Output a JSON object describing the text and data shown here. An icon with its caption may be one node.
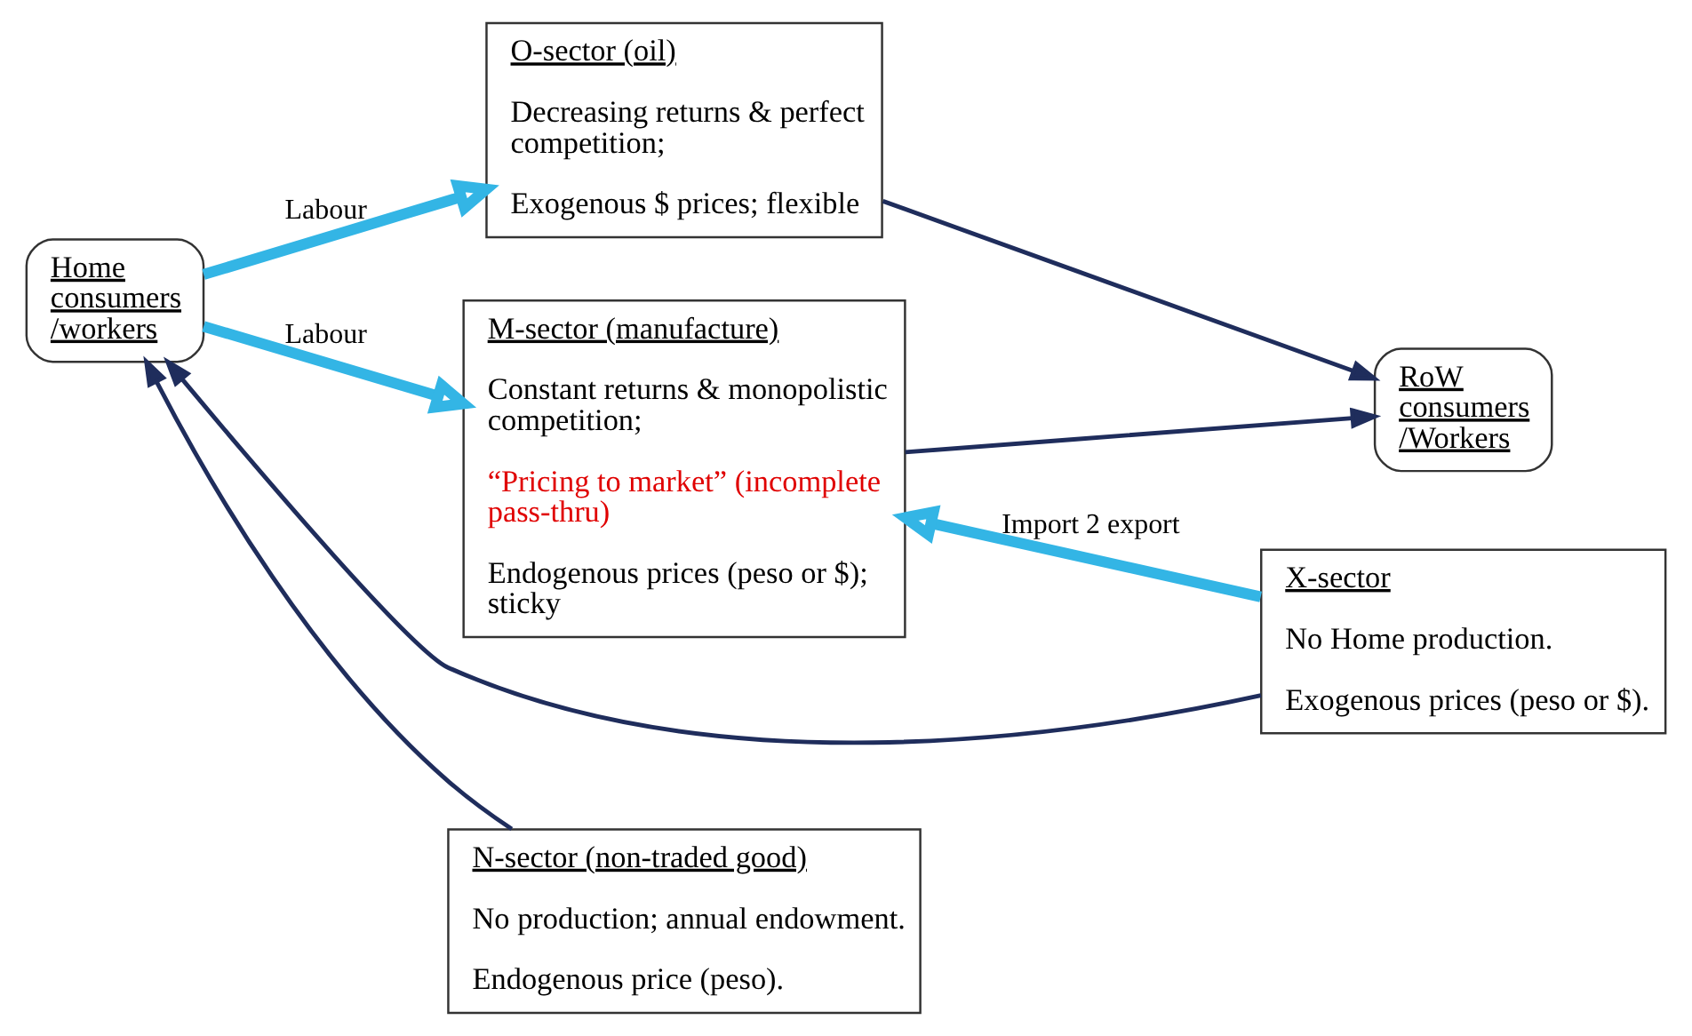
{
  "diagram": {
    "nodes": [
      {
        "text": [
          "Home consumers /workers"
        ]
      },
      {
        "text": [
          "O-sector (oil)",
          "Decreasing returns & perfect competition;",
          "Exogenous $ prices; flexible"
        ]
      },
      {
        "text": [
          "M-sector (manufacture)",
          "Constant returns & monopolistic competition;",
          "“Pricing to market” (incomplete pass-thru)",
          "Endogenous prices (peso or $); sticky"
        ]
      },
      {
        "text": [
          "RoW consumers /Workers"
        ]
      },
      {
        "text": [
          "X-sector",
          "No Home production.",
          "Exogenous prices (peso or $)."
        ]
      },
      {
        "text": [
          "N-sector (non-traded good)",
          "No production; annual endowment.",
          "Endogenous price (peso)."
        ]
      }
    ],
    "edges": [
      {
        "from": 0,
        "to": 1,
        "arrow": "to",
        "label": "Labour",
        "style": "thick",
        "color": "#33b5e5"
      },
      {
        "from": 0,
        "to": 2,
        "arrow": "to",
        "label": "Labour",
        "style": "thick",
        "color": "#33b5e5"
      },
      {
        "from": 1,
        "to": 3,
        "arrow": "to"
      },
      {
        "from": 2,
        "to": 3,
        "arrow": "to"
      },
      {
        "from": 4,
        "to": 2,
        "arrow": "to",
        "label": "Import 2 export",
        "style": "thick",
        "color": "#33b5e5"
      },
      {
        "from": 4,
        "to": 0,
        "arrow": "to"
      },
      {
        "from": 5,
        "to": 0,
        "arrow": "to"
      }
    ]
  }
}
